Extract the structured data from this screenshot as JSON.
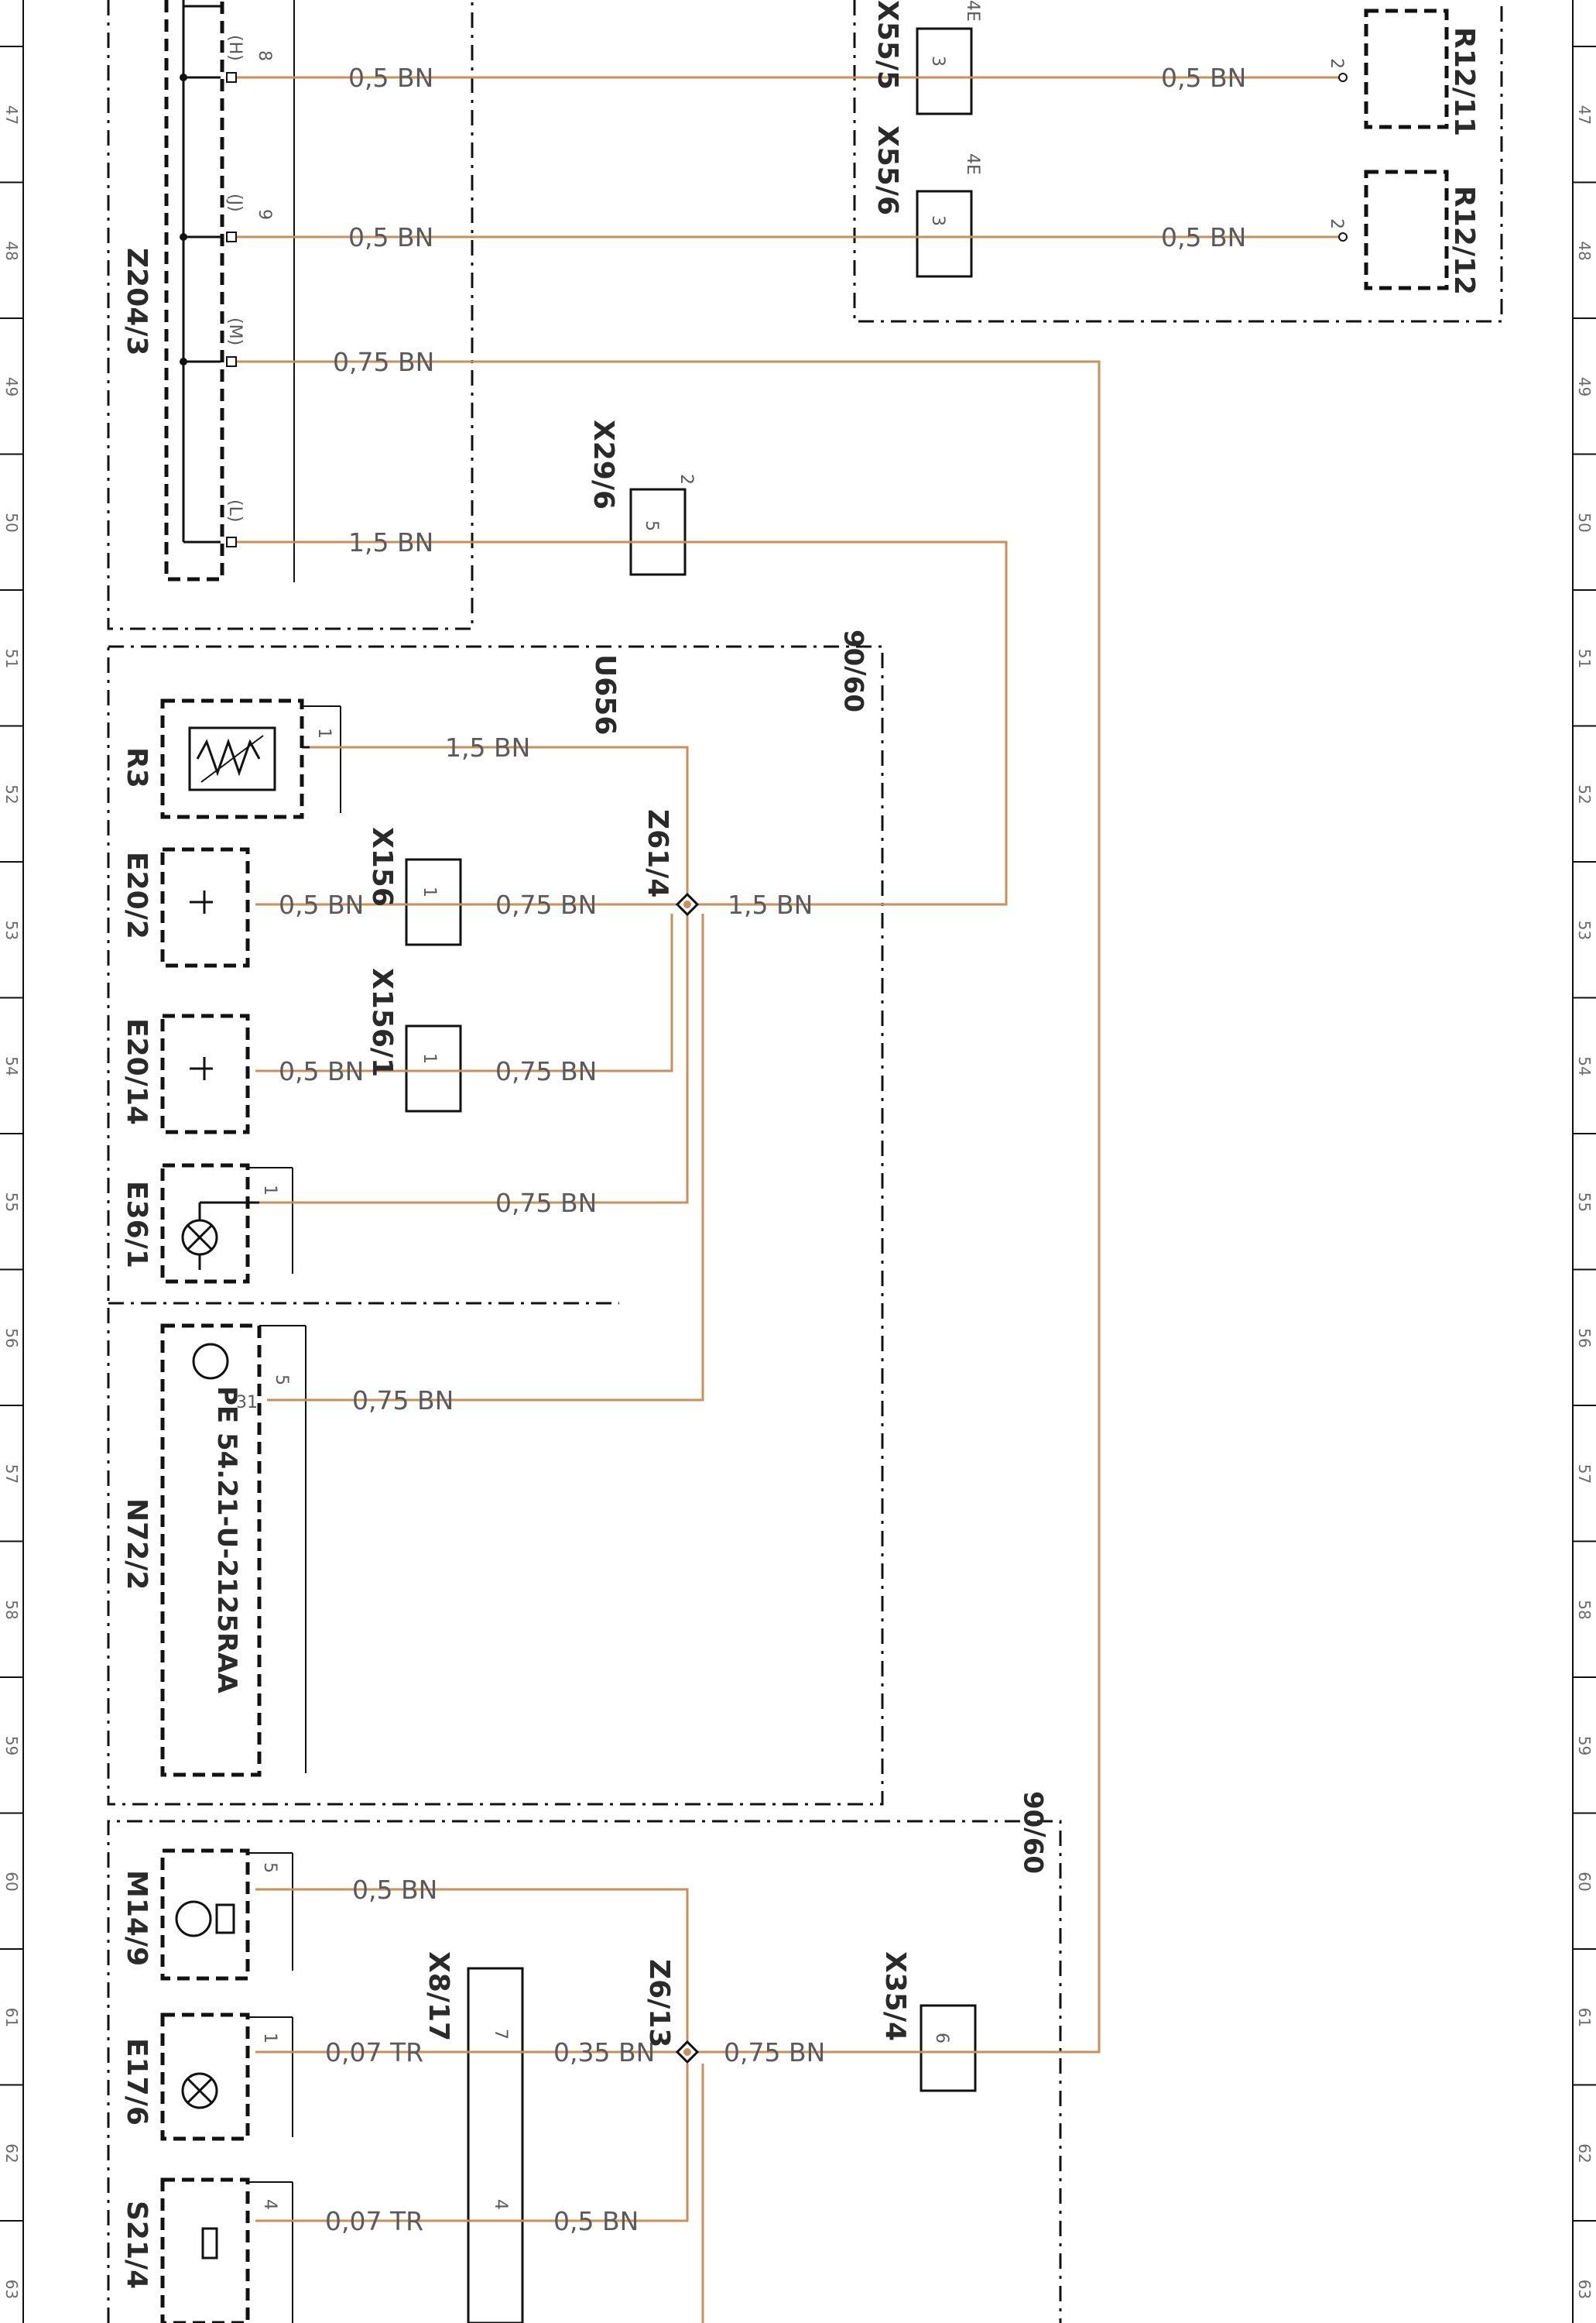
{
  "ruler": {
    "rows": [
      "47",
      "48",
      "49",
      "50",
      "51",
      "52",
      "53",
      "54",
      "55",
      "56",
      "57",
      "58",
      "59",
      "60",
      "61",
      "62",
      "63"
    ]
  },
  "components": {
    "z204_3": "Z204/3",
    "r12_11": "R12/11",
    "r12_12": "R12/12",
    "x55_5": "X55/5",
    "x55_6": "X55/6",
    "x29_6": "X29/6",
    "u656": "U656",
    "r3": "R3",
    "e20_2": "E20/2",
    "e20_14": "E20/14",
    "e36_1": "E36/1",
    "x156": "X156",
    "x156_1": "X156/1",
    "z61_4": "Z61/4",
    "n72_2": "N72/2",
    "m14_9": "M14/9",
    "e17_6": "E17/6",
    "s21_4": "S21/4",
    "x8_17": "X8/17",
    "z6_13": "Z6/13",
    "x35_4": "X35/4"
  },
  "notes": {
    "rev_a": "09/06",
    "rev_b": "09/06",
    "part_no": "PE 54.21-U-2125RAA",
    "conn_4e_a": "4E",
    "conn_4e_b": "4E"
  },
  "pins": {
    "h": "(H)",
    "j": "(J)",
    "m": "(M)",
    "l": "(L)",
    "p8": "8",
    "p9": "9",
    "p3a": "3",
    "p3b": "3",
    "p2a": "2",
    "p2b": "2",
    "p2c": "2",
    "p5a": "5",
    "p1a": "1",
    "p1b": "1",
    "p1c": "1",
    "p1d": "1",
    "p5b": "5",
    "p31": "31",
    "p5c": "5",
    "p1e": "1",
    "p7": "7",
    "p4a": "4",
    "p4b": "4",
    "p6": "6"
  },
  "wires": {
    "w1a": "0,5 BN",
    "w1b": "0,5 BN",
    "w2a": "0,5 BN",
    "w2b": "0,5 BN",
    "w3": "0,75 BN",
    "w4": "1,5 BN",
    "w5": "1,5 BN",
    "w6a": "0,5 BN",
    "w6b": "0,75 BN",
    "w6c": "1,5 BN",
    "w7a": "0,5 BN",
    "w7b": "0,75 BN",
    "w8": "0,75 BN",
    "w9": "0,75 BN",
    "w10": "0,5 BN",
    "w11a": "0,07 TR",
    "w11b": "0,35 BN",
    "w11c": "0,75 BN",
    "w12a": "0,07 TR",
    "w12b": "0,5 BN"
  },
  "colors": {
    "wire": "#c8915a",
    "line": "#111111",
    "text": "#2a2a2a"
  }
}
